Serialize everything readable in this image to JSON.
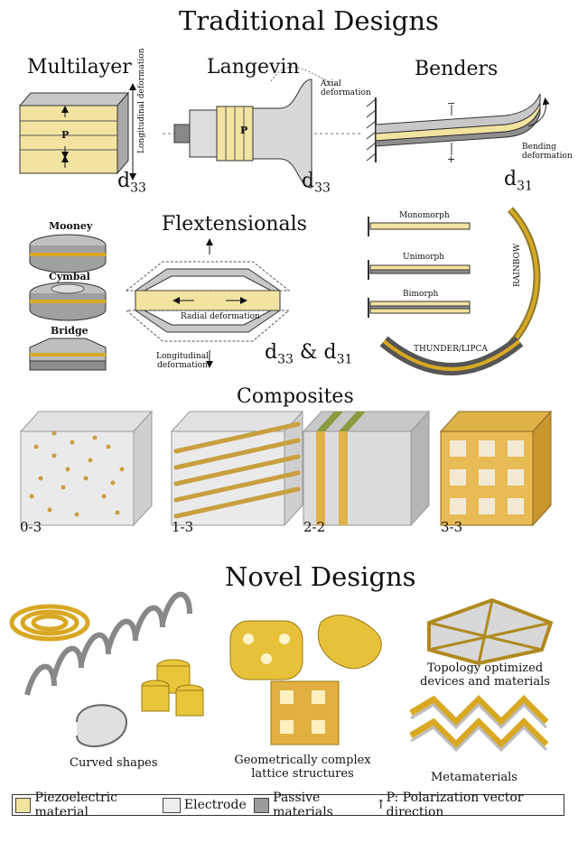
{
  "titles": {
    "traditional": "Traditional Designs",
    "novel": "Novel Designs"
  },
  "traditional": {
    "multilayer": {
      "title": "Multilayer",
      "layer_label": "P",
      "axis_label": "Longitudinal deformation",
      "coefficient": "d",
      "coefficient_sub": "33"
    },
    "langevin": {
      "title": "Langevin",
      "layer_label": "P",
      "annotation": "Axial deformation",
      "coefficient": "d",
      "coefficient_sub": "33"
    },
    "benders": {
      "title": "Benders",
      "annotation": "Bending deformation",
      "minus": "−",
      "plus": "+",
      "coefficient": "d",
      "coefficient_sub": "31"
    },
    "flextensionals": {
      "title": "Flextensionals",
      "variants": [
        "Mooney",
        "Cymbal",
        "Bridge"
      ],
      "radial_label": "Radial deformation",
      "longitudinal_label": "Longitudinal deformation",
      "coefficient_a": "d",
      "coefficient_a_sub": "33",
      "joiner": " & ",
      "coefficient_b": "d",
      "coefficient_b_sub": "31"
    },
    "bender_types": [
      "Monomorph",
      "Unimorph",
      "Bimorph"
    ],
    "rainbow": "RAINBOW",
    "thunder": "THUNDER/LIPCA"
  },
  "composites": {
    "title": "Composites",
    "types": [
      "0-3",
      "1-3",
      "2-2",
      "3-3"
    ]
  },
  "novel": {
    "curved": "Curved shapes",
    "lattice": "Geometrically complex lattice structures",
    "topology": "Topology optimized devices and materials",
    "meta": "Metamaterials"
  },
  "legend": {
    "piezo": "Piezoelectric material",
    "electrode": "Electrode",
    "passive": "Passive materials",
    "polarization": "P: Polarization vector direction",
    "arrow_glyph": "↑"
  },
  "colors": {
    "piezo": "#f3e3a0",
    "gold": "#d9a823",
    "electrode": "#eeeeee",
    "passive": "#9a9a9a"
  }
}
